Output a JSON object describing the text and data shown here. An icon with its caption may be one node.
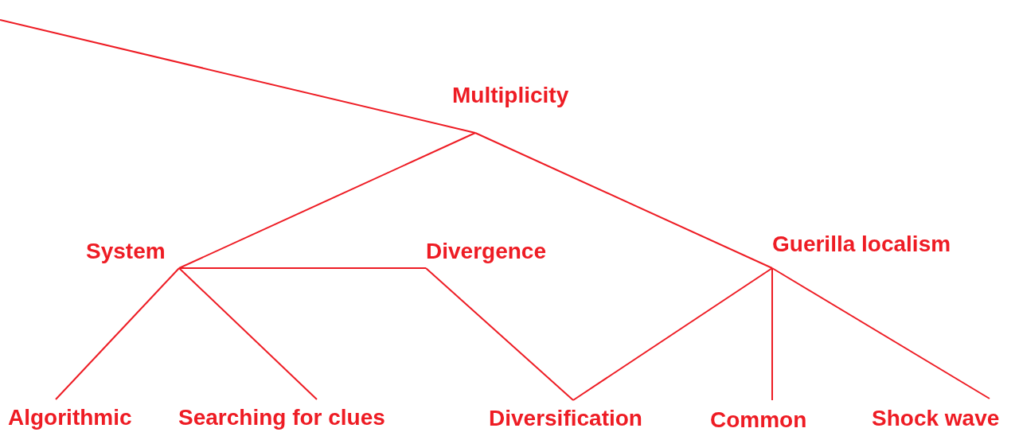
{
  "diagram": {
    "nodes": [
      {
        "text": [
          "Multiplicity"
        ]
      },
      {
        "text": [
          "System"
        ]
      },
      {
        "text": [
          "Divergence"
        ]
      },
      {
        "text": [
          "Guerilla localism"
        ]
      },
      {
        "text": [
          "Algorithmic"
        ]
      },
      {
        "text": [
          "Searching for clues"
        ]
      },
      {
        "text": [
          "Diversification"
        ]
      },
      {
        "text": [
          "Common"
        ]
      },
      {
        "text": [
          "Shock wave"
        ]
      }
    ],
    "edges": [
      {
        "from": null,
        "to": 0,
        "arrow": "none"
      },
      {
        "from": 0,
        "to": 1,
        "arrow": "none"
      },
      {
        "from": 0,
        "to": 3,
        "arrow": "none"
      },
      {
        "from": 1,
        "to": 2,
        "arrow": "none"
      },
      {
        "from": 1,
        "to": 4,
        "arrow": "none"
      },
      {
        "from": 1,
        "to": 5,
        "arrow": "none"
      },
      {
        "from": 2,
        "to": 6,
        "arrow": "none"
      },
      {
        "from": 3,
        "to": 6,
        "arrow": "none"
      },
      {
        "from": 3,
        "to": 7,
        "arrow": "none"
      },
      {
        "from": 3,
        "to": 8,
        "arrow": "none"
      }
    ]
  }
}
